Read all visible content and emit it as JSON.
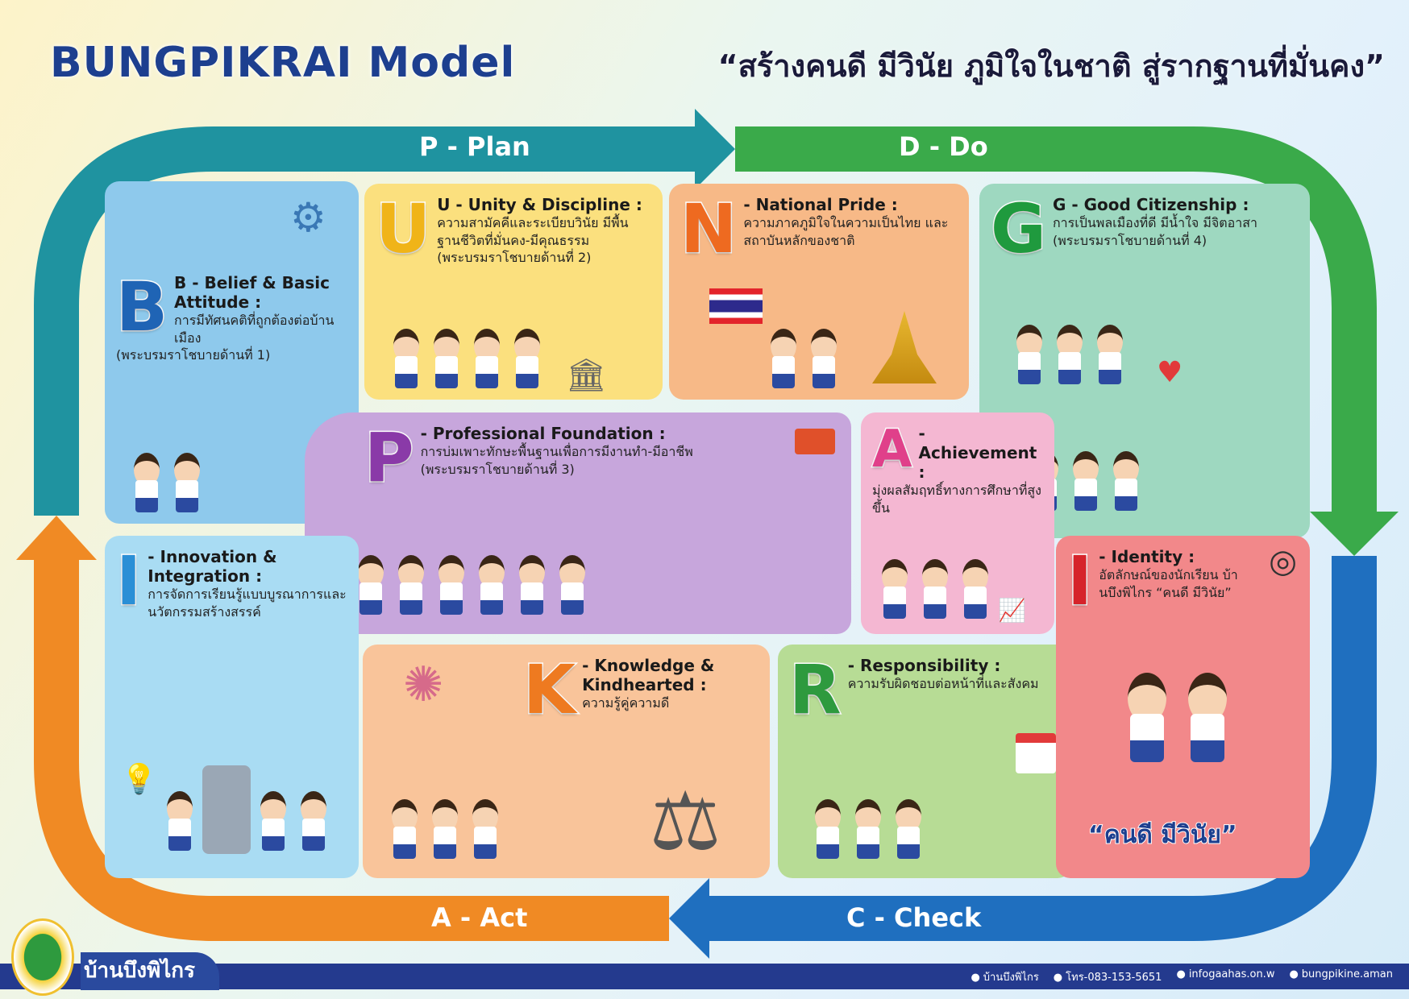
{
  "header": {
    "title": "BUNGPIKRAI Model",
    "subtitle": "“สร้างคนดี มีวินัย ภูมิใจในชาติ สู่รากฐานที่มั่นคง”"
  },
  "cycle": {
    "plan": "P - Plan",
    "do": "D - Do",
    "check": "C - Check",
    "act": "A - Act",
    "colors": {
      "plan": "#1f93a0",
      "do": "#3aaa4a",
      "check": "#1f6fbf",
      "act": "#f08a24"
    }
  },
  "panels": {
    "b": {
      "letter": "B",
      "title": "B - Belief & Basic Attitude :",
      "text": "การมีทัศนคติที่ถูกต้องต่อบ้านเมือง",
      "note": "(พระบรมราโชบายด้านที่ 1)"
    },
    "u": {
      "letter": "U",
      "title": "U - Unity & Discipline :",
      "text": "ความสามัคคีและระเบียบวินัย มีพื้นฐานชีวิตที่มั่นคง-มีคุณธรรม",
      "note": "(พระบรมราโชบายด้านที่ 2)"
    },
    "n": {
      "letter": "N",
      "title": "- National Pride :",
      "text": "ความภาคภูมิใจในความเป็นไทย และสถาบันหลักของชาติ"
    },
    "g": {
      "letter": "G",
      "title": "G - Good Citizenship :",
      "text": "การเป็นพลเมืองที่ดี มีน้ำใจ มีจิตอาสา",
      "note": "(พระบรมราโชบายด้านที่ 4)"
    },
    "p": {
      "letter": "P",
      "title": "- Professional Foundation :",
      "text": "การบ่มเพาะทักษะพื้นฐานเพื่อการมีงานทำ-มีอาชีพ",
      "note": "(พระบรมราโชบายด้านที่ 3)"
    },
    "a": {
      "letter": "A",
      "title": "- Achievement :",
      "text": "มุ่งผลสัมฤทธิ์ทางการศึกษาที่สูงขึ้น"
    },
    "i1": {
      "letter": "I",
      "title": "- Innovation & Integration :",
      "text": "การจัดการเรียนรู้แบบบูรณาการและนวัตกรรมสร้างสรรค์"
    },
    "k": {
      "letter": "K",
      "title": "- Knowledge & Kindhearted :",
      "text": "ความรู้คู่ความดี"
    },
    "r": {
      "letter": "R",
      "title": "- Responsibility :",
      "text": "ความรับผิดชอบต่อหน้าที่และสังคม"
    },
    "i2": {
      "letter": "I",
      "title": "- Identity :",
      "text": "อัตลักษณ์ของนักเรียน บ้านบึงพิไกร “คนดี มีวินัย”",
      "slogan": "“คนดี มีวินัย”"
    }
  },
  "footer": {
    "school": "บ้านบึงพิไกร",
    "contacts": [
      "บ้านบึงพิไกร",
      "โทร-083-153-5651",
      "infogaahas.on.w",
      "bungpikine.aman"
    ]
  }
}
